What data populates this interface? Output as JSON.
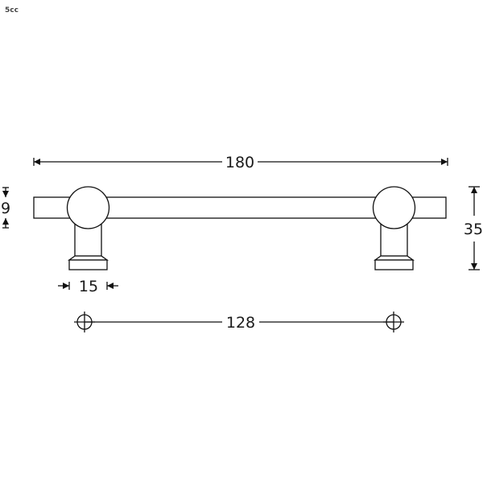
{
  "drawing_code": "5cc",
  "dimensions": {
    "overall_length": "180",
    "bar_thickness": "9",
    "total_height": "35",
    "post_diameter": "15",
    "hole_spacing": "128"
  }
}
